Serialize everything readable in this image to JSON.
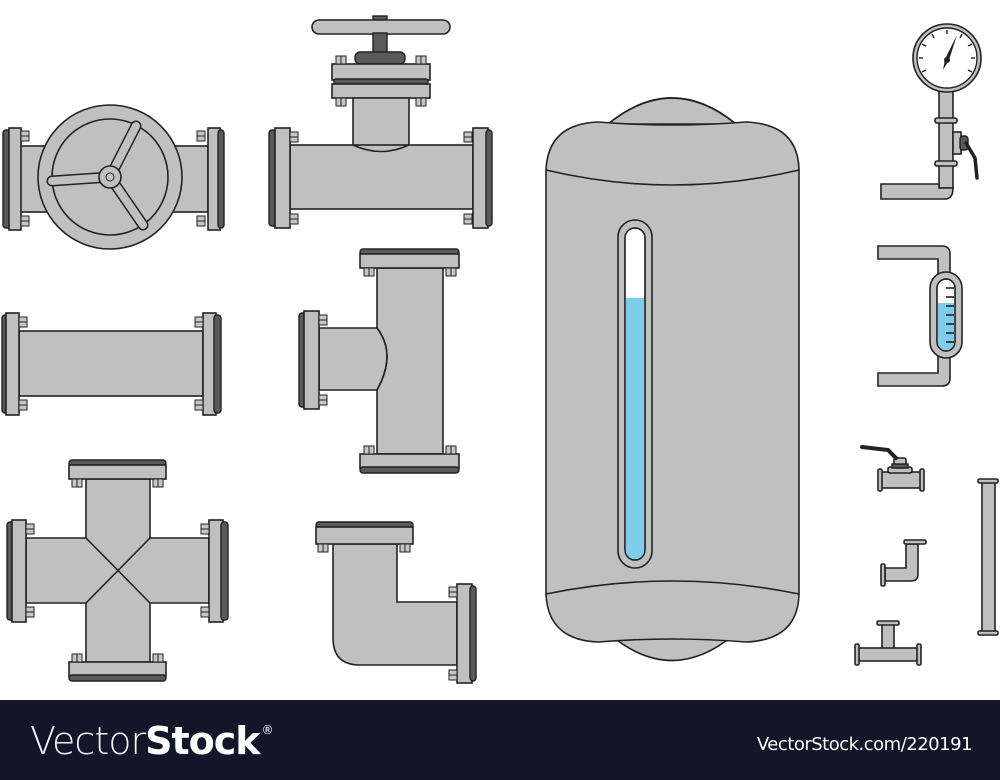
{
  "artwork": {
    "description": "Pipe fittings and industrial components vector set",
    "colors": {
      "pipe_fill": "#c0c0c0",
      "outline": "#222222",
      "gasket": "#5a5a5a",
      "liquid": "#7ecdea",
      "background": "#ffffff"
    },
    "items": [
      "gate-valve-with-handwheel",
      "globe-valve-with-t-handle",
      "straight-flanged-pipe",
      "flanged-tee",
      "flanged-cross",
      "flanged-elbow",
      "pressure-tank-with-level-gauge",
      "pressure-gauge-assembly",
      "sight-glass-level-indicator",
      "small-ball-valve",
      "small-elbow",
      "small-tee",
      "long-straight-pipe"
    ],
    "tank_gauge": {
      "fill_level_percent": 72
    },
    "sight_glass": {
      "fill_level_percent": 65,
      "tick_count": 7
    }
  },
  "footer": {
    "logo_light": "Vector",
    "logo_bold": "Stock",
    "logo_mark": "®",
    "reference": "VectorStock.com/220191",
    "background": "#131628"
  }
}
